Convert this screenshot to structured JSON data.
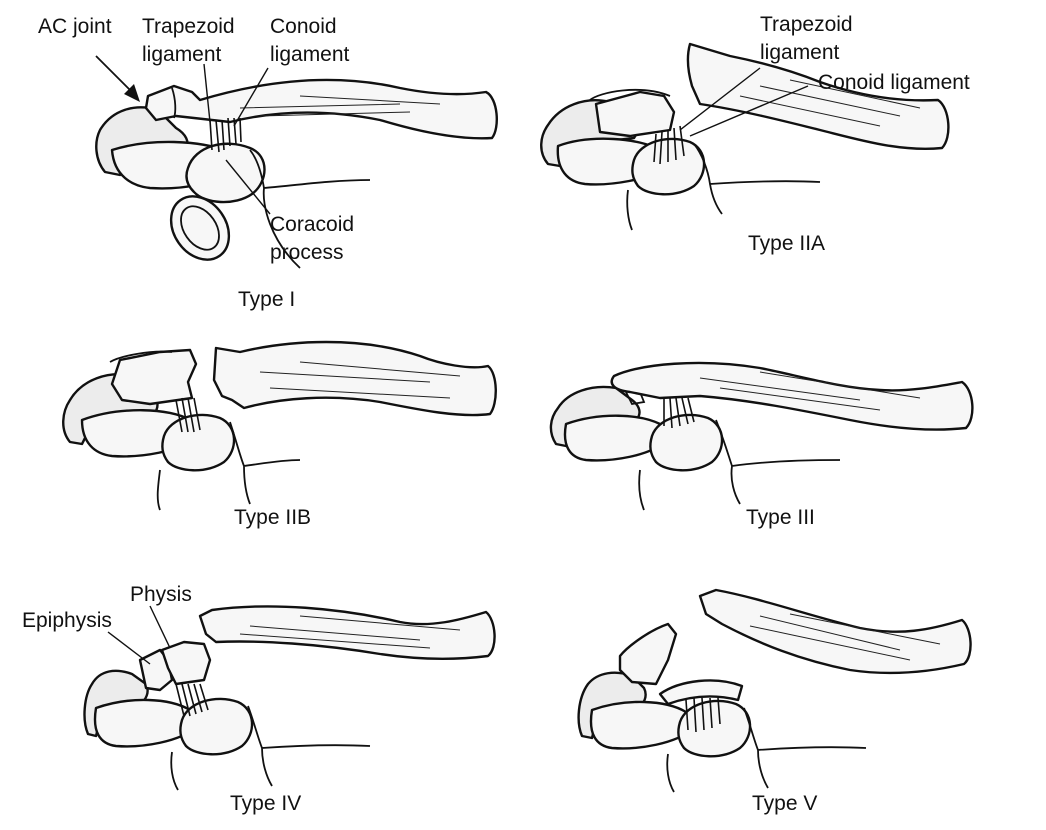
{
  "panels": [
    {
      "caption": "Type I"
    },
    {
      "caption": "Type IIA"
    },
    {
      "caption": "Type IIB"
    },
    {
      "caption": "Type III"
    },
    {
      "caption": "Type IV"
    },
    {
      "caption": "Type V"
    }
  ],
  "labels": {
    "ac_joint": "AC joint",
    "trapezoid_1": "Trapezoid",
    "trapezoid_2": "ligament",
    "conoid_1": "Conoid",
    "conoid_2": "ligament",
    "coracoid_1": "Coracoid",
    "coracoid_2": "process",
    "trapezoid_iia_1": "Trapezoid",
    "trapezoid_iia_2": "ligament",
    "conoid_iia": "Conoid ligament",
    "physis": "Physis",
    "epiphysis": "Epiphysis"
  }
}
